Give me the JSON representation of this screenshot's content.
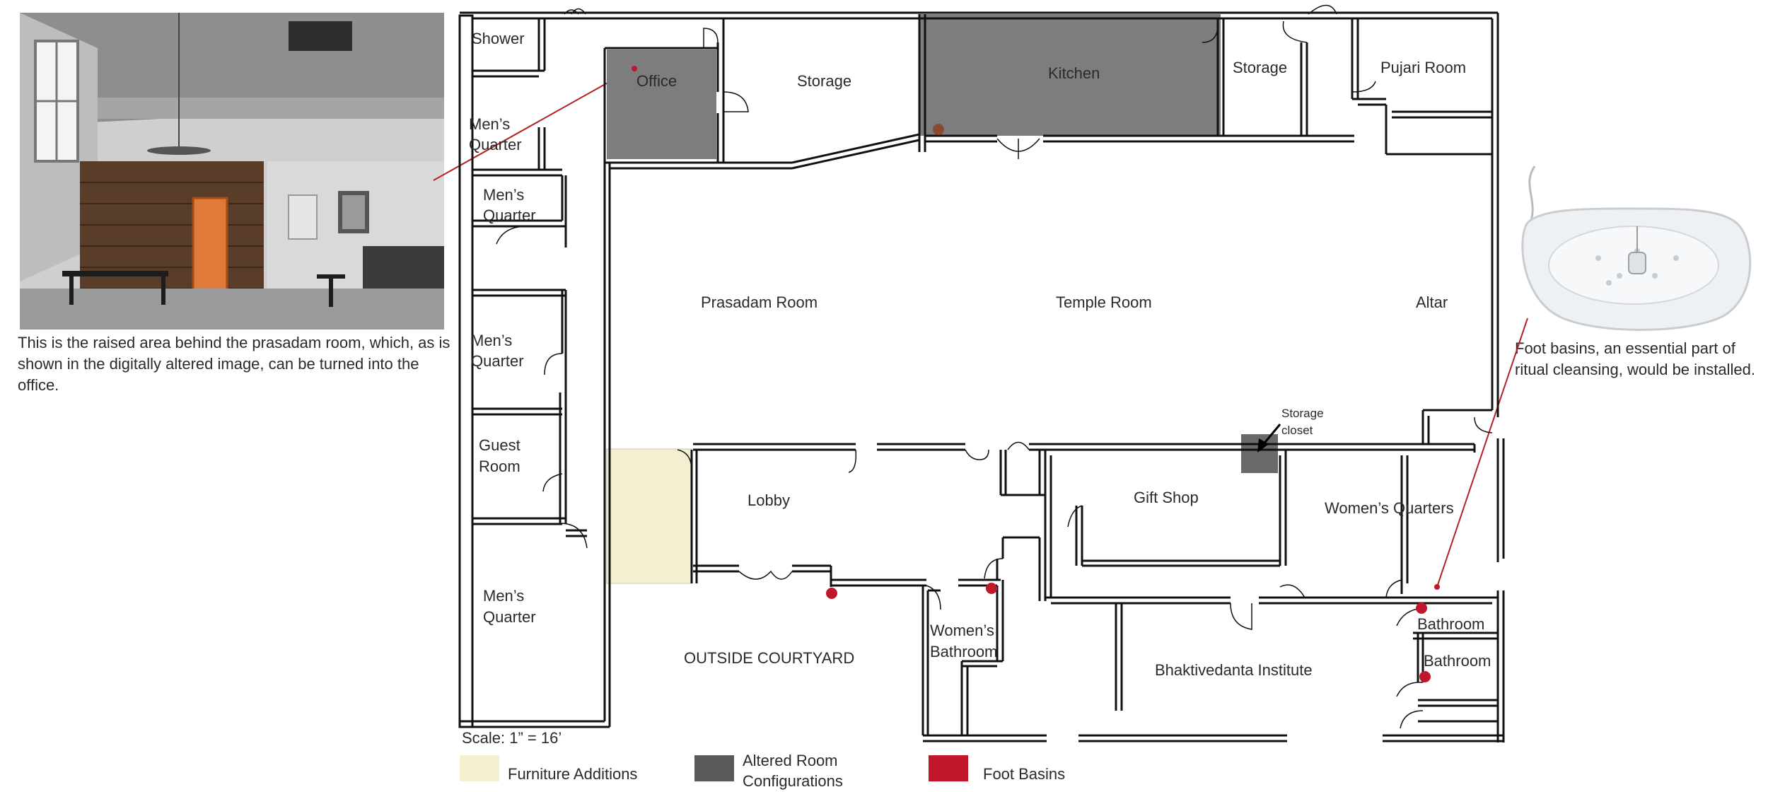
{
  "photo": {
    "description_caption": "This is the raised area behind the prasadam room, which, as is shown in the digitally altered image, can be turned into the office."
  },
  "basin_photo": {
    "caption": "Foot basins, an essential part of ritual cleansing, would be installed."
  },
  "rooms": {
    "shower": "Shower",
    "mens_quarter_1_a": "Men’s",
    "mens_quarter_1_b": "Quarter",
    "mens_quarter_2_a": "Men’s",
    "mens_quarter_2_b": "Quarter",
    "mens_quarter_3_a": "Men’s",
    "mens_quarter_3_b": "Quarter",
    "guest_room_a": "Guest",
    "guest_room_b": "Room",
    "mens_quarter_4_a": "Men’s",
    "mens_quarter_4_b": "Quarter",
    "office": "Office",
    "storage_1": "Storage",
    "kitchen": "Kitchen",
    "storage_2": "Storage",
    "pujari_room": "Pujari Room",
    "prasadam_room": "Prasadam Room",
    "temple_room": "Temple Room",
    "altar": "Altar",
    "storage_closet_a": "Storage",
    "storage_closet_b": "closet",
    "lobby": "Lobby",
    "gift_shop": "Gift Shop",
    "womens_quarters": "Women’s Quarters",
    "womens_bathroom_a": "Women’s",
    "womens_bathroom_b": "Bathroom",
    "outside_courtyard": "OUTSIDE COURTYARD",
    "bhaktivedanta_institute": "Bhaktivedanta Institute",
    "bathroom_1": "Bathroom",
    "bathroom_2": "Bathroom"
  },
  "scale": "Scale: 1” = 16’",
  "legend": {
    "furniture": {
      "label": "Furniture Additions",
      "color": "#f3f0d2"
    },
    "altered_a": "Altered Room",
    "altered_b": "Configurations",
    "altered_color": "#595959",
    "basins": {
      "label": "Foot Basins",
      "color": "#c0182a"
    }
  },
  "colors": {
    "wall": "#111111",
    "altered_fill": "#7d7d7f",
    "furniture_fill": "#f3f0d2",
    "basin_red": "#c0182a",
    "pointer_line": "#b22222"
  }
}
